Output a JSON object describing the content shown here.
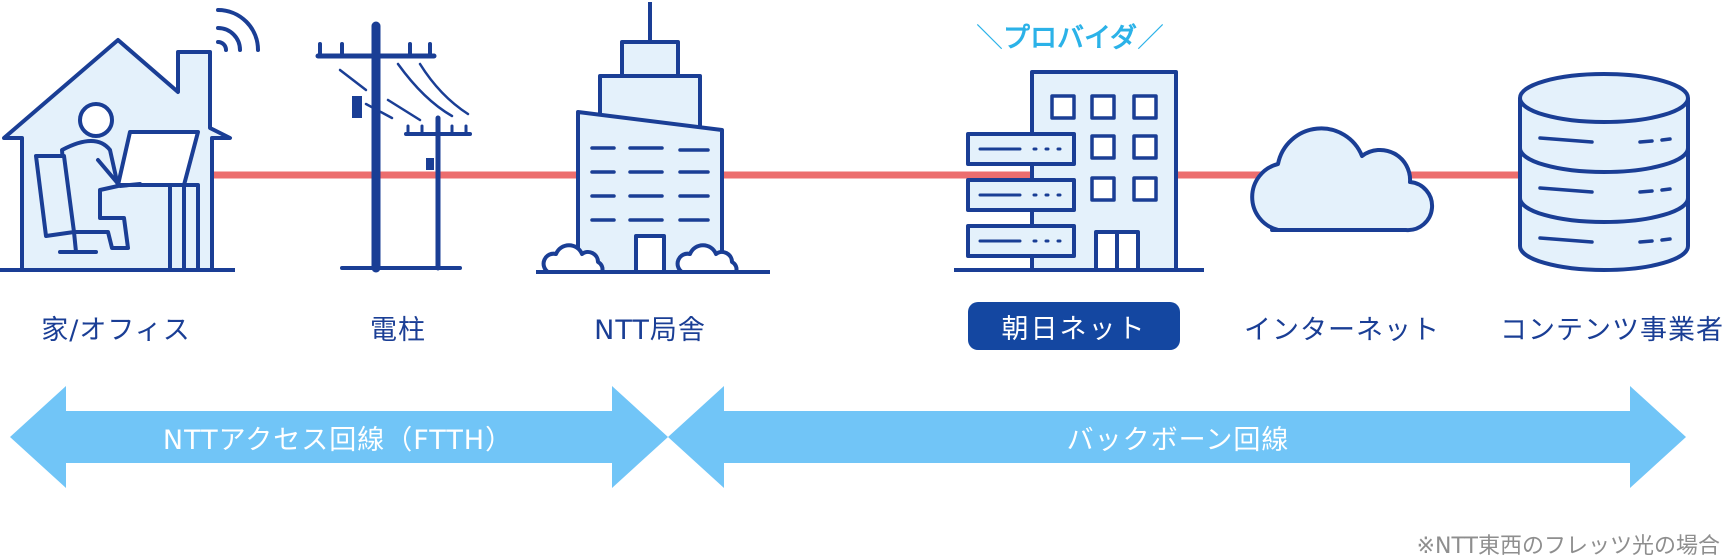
{
  "colors": {
    "navy": "#1a3e95",
    "icon_fill": "#e4f1fb",
    "connection_line": "#ec6e6e",
    "arrow_fill": "#71c5f7",
    "provider_tag": "#2bb2e8",
    "badge_bg": "#1447a1",
    "note_text": "#8e8e8e"
  },
  "nodes": [
    {
      "id": "home",
      "label": "家/オフィス",
      "icon": "house-with-person-icon"
    },
    {
      "id": "pole",
      "label": "電柱",
      "icon": "utility-pole-icon"
    },
    {
      "id": "ntt",
      "label": "NTT局舎",
      "icon": "office-tower-icon"
    },
    {
      "id": "asahi",
      "label": "朝日ネット",
      "icon": "provider-building-servers-icon",
      "highlighted": true
    },
    {
      "id": "internet",
      "label": "インターネット",
      "icon": "cloud-icon"
    },
    {
      "id": "contents",
      "label": "コンテンツ事業者",
      "icon": "database-icon"
    }
  ],
  "provider_tag": {
    "slash_left": "＼",
    "text": "プロバイダ",
    "slash_right": "／"
  },
  "segments": [
    {
      "label": "NTTアクセス回線（FTTH）"
    },
    {
      "label": "バックボーン回線"
    }
  ],
  "note": "※NTT東西のフレッツ光の場合"
}
